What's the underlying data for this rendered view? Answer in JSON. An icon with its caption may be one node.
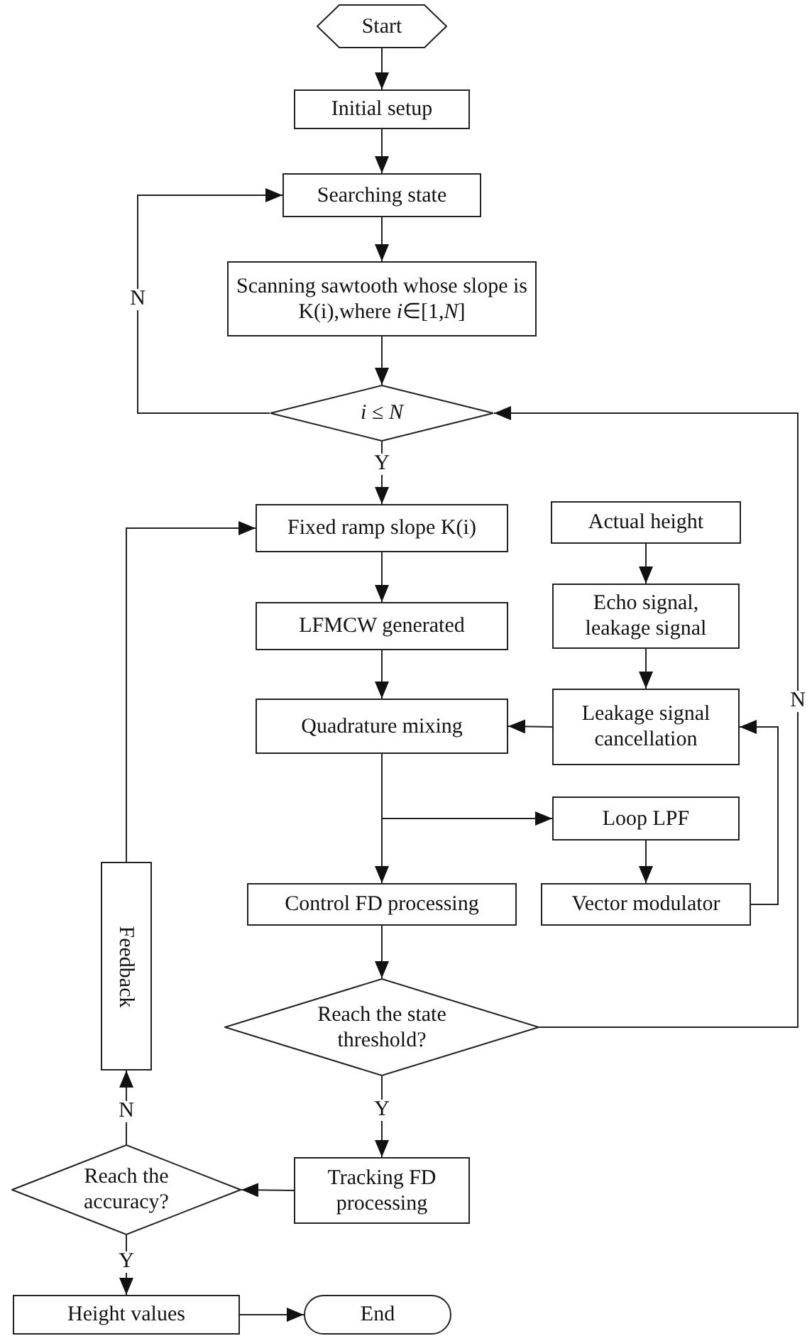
{
  "diagram": {
    "nodes": [
      {
        "text": [
          "Start"
        ]
      },
      {
        "text": [
          "Initial setup"
        ]
      },
      {
        "text": [
          "Searching state"
        ]
      },
      {
        "text": [
          "Scanning sawtooth whose slope is K(i),where *i*∈[1,*N*]"
        ]
      },
      {
        "text": [
          "*i* ≤ *N*"
        ]
      },
      {
        "text": [
          "Fixed ramp slope K(i)"
        ]
      },
      {
        "text": [
          "Actual height"
        ]
      },
      {
        "text": [
          "Echo signal, leakage signal"
        ]
      },
      {
        "text": [
          "LFMCW generated"
        ]
      },
      {
        "text": [
          "Leakage signal cancellation"
        ]
      },
      {
        "text": [
          "Quadrature mixing"
        ]
      },
      {
        "text": [
          "Loop LPF"
        ]
      },
      {
        "text": [
          "Control FD processing"
        ]
      },
      {
        "text": [
          "Vector modulator"
        ]
      },
      {
        "text": [
          "Feedback"
        ]
      },
      {
        "text": [
          "Reach the state threshold?"
        ]
      },
      {
        "text": [
          "Tracking FD processing"
        ]
      },
      {
        "text": [
          "Reach the accuracy?"
        ]
      },
      {
        "text": [
          "Height values"
        ]
      },
      {
        "text": [
          "End"
        ]
      }
    ],
    "edges": [
      {
        "from": 0,
        "to": 1,
        "arrow": "to"
      },
      {
        "from": 1,
        "to": 2,
        "arrow": "to"
      },
      {
        "from": 2,
        "to": 3,
        "arrow": "to"
      },
      {
        "from": 3,
        "to": 4,
        "arrow": "to"
      },
      {
        "from": 4,
        "to": 2,
        "arrow": "to",
        "label": "N"
      },
      {
        "from": 4,
        "to": 5,
        "arrow": "to",
        "label": "Y"
      },
      {
        "from": 5,
        "to": 8,
        "arrow": "to"
      },
      {
        "from": 8,
        "to": 10,
        "arrow": "to"
      },
      {
        "from": 6,
        "to": 7,
        "arrow": "to"
      },
      {
        "from": 7,
        "to": 9,
        "arrow": "to"
      },
      {
        "from": 9,
        "to": 10,
        "arrow": "to"
      },
      {
        "from": 10,
        "to": 12,
        "arrow": "to"
      },
      {
        "from": 10,
        "to": 11,
        "arrow": "to"
      },
      {
        "from": 11,
        "to": 13,
        "arrow": "to"
      },
      {
        "from": 13,
        "to": 9,
        "arrow": "to"
      },
      {
        "from": 12,
        "to": 15,
        "arrow": "to"
      },
      {
        "from": 15,
        "to": 4,
        "arrow": "to",
        "label": "N"
      },
      {
        "from": 15,
        "to": 16,
        "arrow": "to",
        "label": "Y"
      },
      {
        "from": 16,
        "to": 17,
        "arrow": "to"
      },
      {
        "from": 17,
        "to": 14,
        "arrow": "to",
        "label": "N"
      },
      {
        "from": 14,
        "to": 5,
        "arrow": "to"
      },
      {
        "from": 17,
        "to": 18,
        "arrow": "to",
        "label": "Y"
      },
      {
        "from": 18,
        "to": 19,
        "arrow": "to"
      }
    ]
  }
}
